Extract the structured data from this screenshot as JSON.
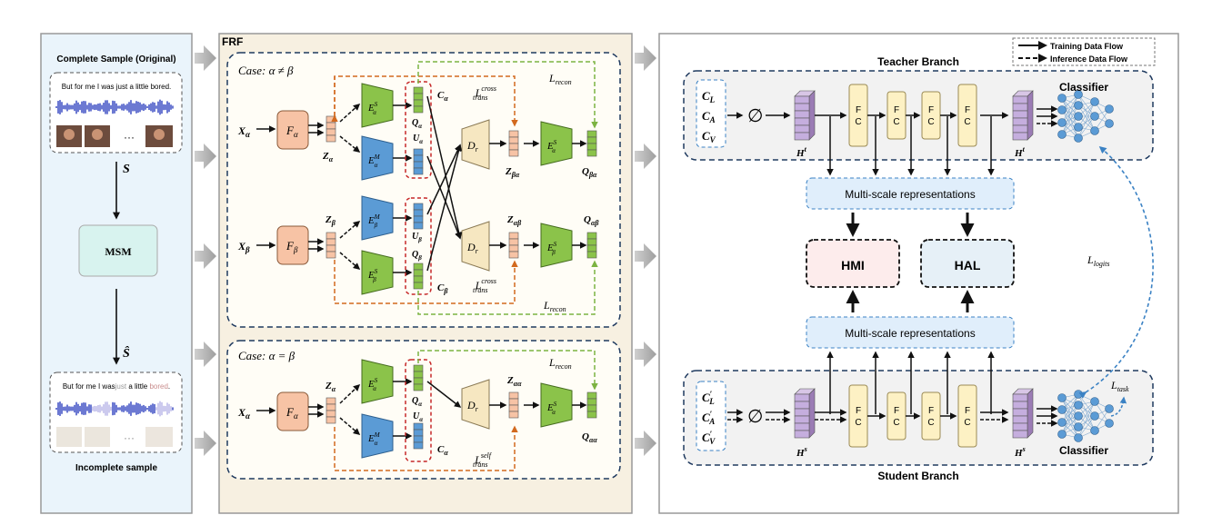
{
  "left_panel": {
    "complete_title": "Complete Sample (Original)",
    "complete_text": "But for me I was just a little bored.",
    "s_label": "S",
    "msm_label": "MSM",
    "s_hat_label": "Ŝ",
    "inc_text_1": "But for me I was",
    "inc_text_2": "just",
    "inc_text_3": " a little ",
    "inc_text_4": "bored",
    "inc_text_5": ".",
    "incomplete_title": "Incomplete sample",
    "ellipsis": "···"
  },
  "frf": {
    "title": "FRF",
    "case1": "Case: α ≠ β",
    "case2": "Case: α = β",
    "x_alpha": "X",
    "x_alpha_sub": "α",
    "x_beta": "X",
    "x_beta_sub": "β",
    "f_alpha": "F",
    "f_alpha_sub": "α",
    "f_beta_sub": "β",
    "z_alpha": "Z",
    "z_alpha_sub": "α",
    "z_beta_sub": "β",
    "e_s_alpha": "E",
    "e_sup_s": "S",
    "e_sup_m": "M",
    "q_alpha": "Q",
    "u_alpha": "U",
    "c_alpha": "C",
    "c_alpha_sub": "α",
    "c_beta_sub": "β",
    "d_r": "D",
    "d_r_sub": "r",
    "l_cross": "L",
    "l_cross_sup": "cross",
    "l_trans_sub": "trans",
    "l_self_sup": "self",
    "l_recon": "L",
    "l_recon_sub": "recon",
    "z_ba_sub": "βα",
    "z_ab_sub": "αβ",
    "z_aa_sub": "αα"
  },
  "right_panel": {
    "legend_train": "Training Data Flow",
    "legend_infer": "Inference Data Flow",
    "teacher_title": "Teacher Branch",
    "student_title": "Student Branch",
    "c_l": "C",
    "c_l_sub": "L",
    "c_a_sub": "A",
    "c_v_sub": "V",
    "empty_set": "∅",
    "h_t": "H",
    "h_t_sup": "t",
    "h_s_sup": "s",
    "fc_f": "F",
    "fc_c": "C",
    "classifier": "Classifier",
    "multi_scale": "Multi-scale representations",
    "hmi": "HMI",
    "hal": "HAL",
    "l_logits": "L",
    "l_logits_sub": "logits",
    "l_task": "L",
    "l_task_sub": "task"
  }
}
